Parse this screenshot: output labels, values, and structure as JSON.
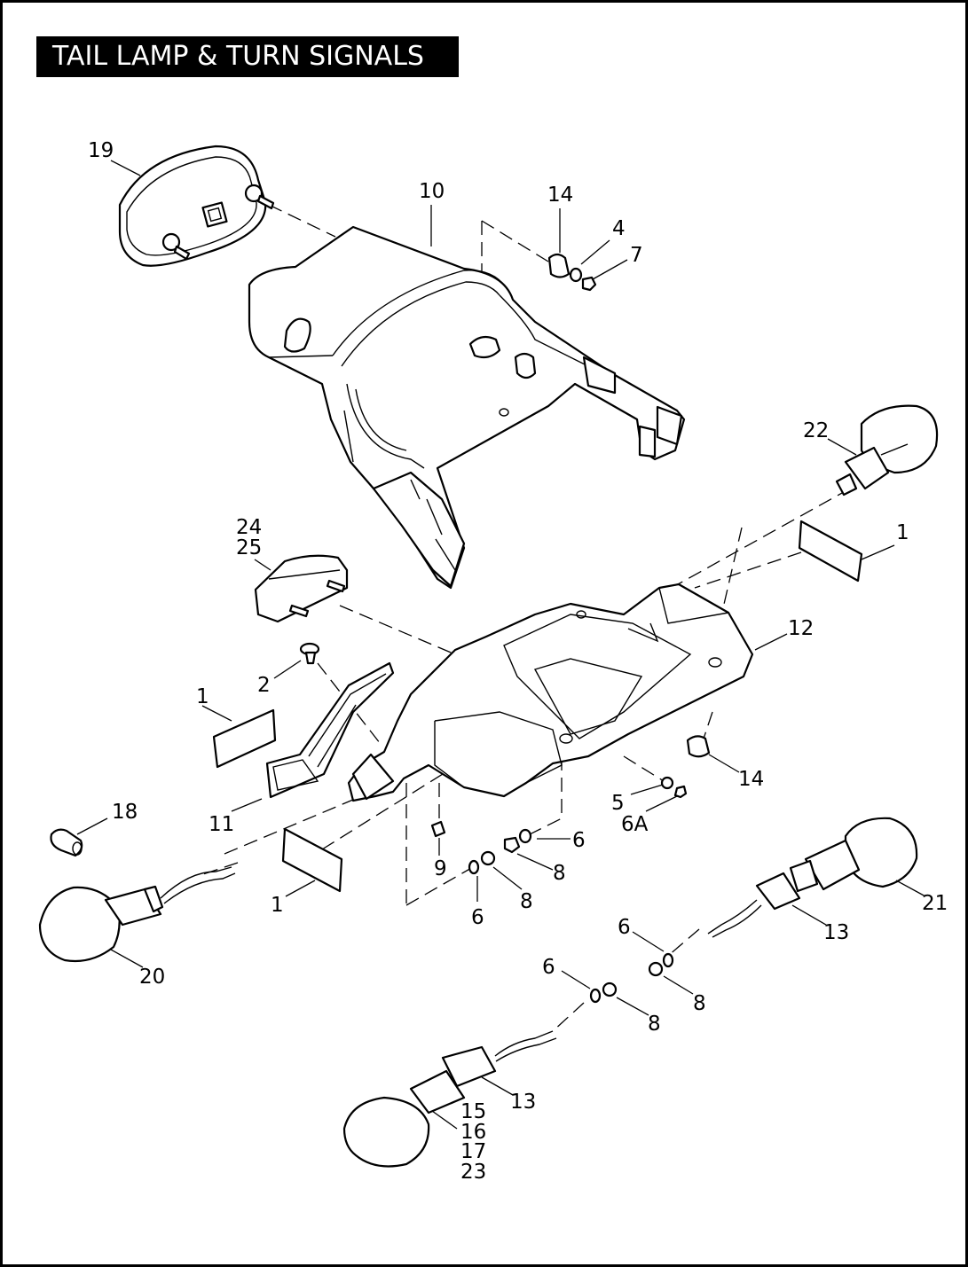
{
  "title": "TAIL LAMP & TURN SIGNALS",
  "callouts": {
    "c19": "19",
    "c10": "10",
    "c14a": "14",
    "c4": "4",
    "c7": "7",
    "c22": "22",
    "c1a": "1",
    "c24": "24",
    "c25": "25",
    "c12": "12",
    "c2": "2",
    "c1b": "1",
    "c14b": "14",
    "c5": "5",
    "c6A": "6A",
    "c11": "11",
    "c18": "18",
    "c6a": "6",
    "c8a": "8",
    "c9": "9",
    "c8b": "8",
    "c1c": "1",
    "c6b": "6",
    "c21": "21",
    "c13a": "13",
    "c20": "20",
    "c6c": "6",
    "c8c": "8",
    "c6d": "6",
    "c8d": "8",
    "c13b": "13",
    "c15": "15",
    "c16": "16",
    "c17": "17",
    "c23": "23"
  }
}
